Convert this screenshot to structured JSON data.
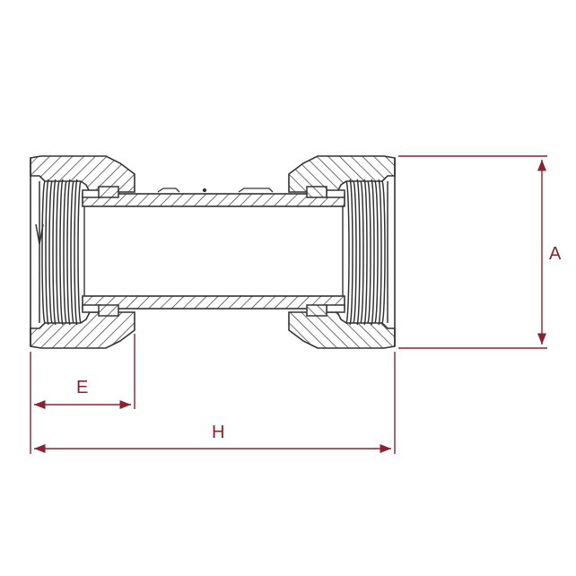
{
  "colors": {
    "line": "#333333",
    "dimension": "#8b2230",
    "background": "#ffffff"
  },
  "dimensions": {
    "height_label": "A",
    "thread_length_label": "E",
    "total_length_label": "H"
  }
}
